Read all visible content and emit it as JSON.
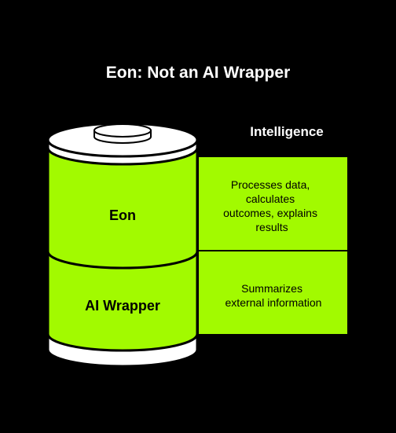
{
  "title": "Eon: Not an AI Wrapper",
  "side_header": "Intelligence",
  "layers": [
    {
      "label": "Eon",
      "description_lines": [
        "Processes data,",
        "calculates",
        "outcomes, explains",
        "results"
      ]
    },
    {
      "label": "AI Wrapper",
      "description_lines": [
        "Summarizes",
        "external information"
      ]
    }
  ],
  "colors": {
    "background": "#000000",
    "fill": "#a2fa00",
    "outline": "#000000",
    "cap": "#ffffff",
    "title_text": "#ffffff",
    "body_text": "#000000"
  }
}
